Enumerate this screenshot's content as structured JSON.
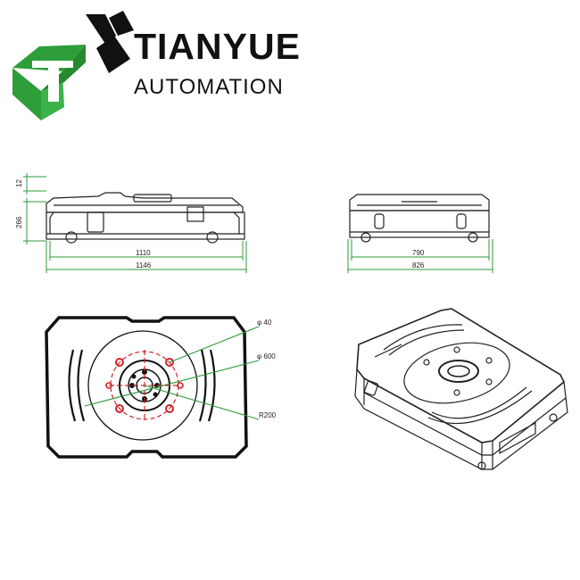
{
  "brand": {
    "name": "TIANYUE",
    "subtitle": "AUTOMATION",
    "logo_colors": {
      "green": "#2e9e3a",
      "dark": "#111111"
    }
  },
  "drawing": {
    "line_color": "#222222",
    "dimension_color": "#2f9a3b",
    "callout_color": "#2f9a3b",
    "hole_color": "#d0242a"
  },
  "side_view": {
    "top_dim": "12",
    "height_dim": "266",
    "length_inner": "1110",
    "length_outer": "1146"
  },
  "front_view": {
    "width_inner": "790",
    "width_outer": "826"
  },
  "top_view": {
    "callout_hole": "φ 40",
    "callout_circle": "φ 600",
    "callout_radius": "R200"
  }
}
